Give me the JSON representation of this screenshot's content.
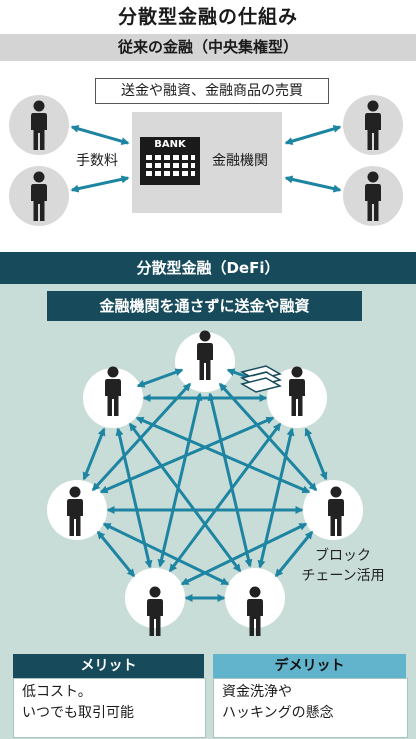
{
  "title": "分散型金融の仕組み",
  "traditional": {
    "heading": "従来の金融（中央集権型）",
    "trade_note": "送金や融資、金融商品の売買",
    "bank_sign": "BANK",
    "bank_label": "金融機関",
    "fee_label": "手数料"
  },
  "defi": {
    "heading": "分散型金融（DeFi）",
    "callout": "金融機関を通さずに送金や融資",
    "blockchain_label_1": "ブロック",
    "blockchain_label_2": "チェーン活用"
  },
  "merit": {
    "heading": "メリット",
    "line1": "低コスト。",
    "line2": "いつでも取引可能"
  },
  "demerit": {
    "heading": "デメリット",
    "line1": "資金洗浄や",
    "line2": "ハッキングの懸念"
  },
  "colors": {
    "dark_teal": "#174b5c",
    "arrow_teal": "#1d84a1",
    "light_teal_bg": "#c9ddd8",
    "light_blue": "#62b3cc",
    "gray": "#d4d4d4"
  }
}
